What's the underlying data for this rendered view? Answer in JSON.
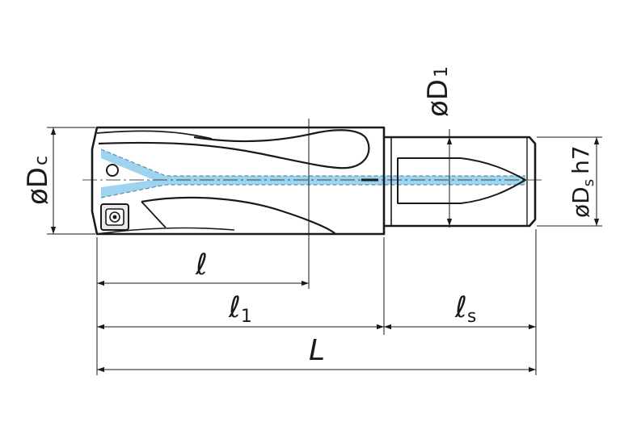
{
  "labels": {
    "dia_dc": {
      "prefix": "øD",
      "sub": "c"
    },
    "dia_d1": {
      "prefix": "øD",
      "sub": "1"
    },
    "dia_ds": {
      "prefix": "øD",
      "sub": "s",
      "suffix": "h7"
    },
    "l": "ℓ",
    "l1": {
      "main": "ℓ",
      "sub": "1"
    },
    "ls": {
      "main": "ℓ",
      "sub": "s"
    },
    "L": "L"
  },
  "colors": {
    "outline": "#1a1a1a",
    "coolant": "#9fd4ee",
    "coolant_edge": "#5a8fb5"
  }
}
